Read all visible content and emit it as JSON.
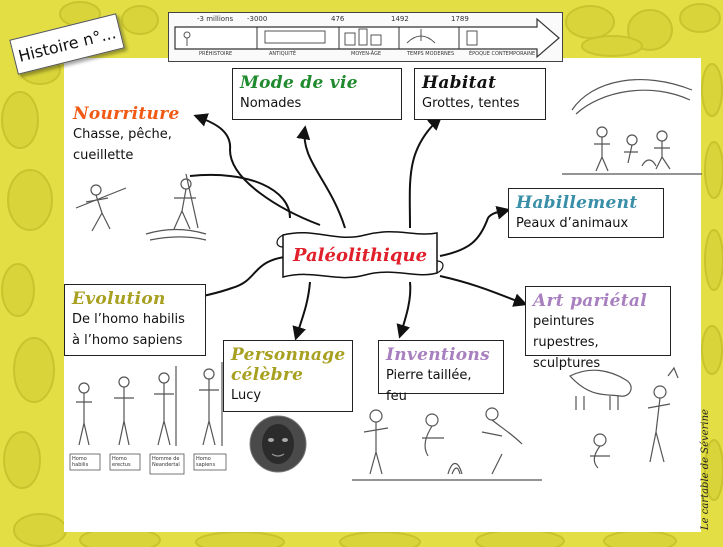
{
  "tag": {
    "text": "Histoire n°..."
  },
  "credit": {
    "text": "Le cartable de Séverine"
  },
  "timeline": {
    "markers": [
      "-3 millions",
      "-3000",
      "476",
      "1492",
      "1789"
    ],
    "periods": [
      "PRÉHISTOIRE",
      "ANTIQUITÉ",
      "MOYEN-ÂGE",
      "TEMPS MODERNES",
      "ÉPOQUE CONTEMPORAINE"
    ]
  },
  "center": {
    "label": "Paléolithique",
    "color": "#e0202b"
  },
  "nodes": {
    "mode_de_vie": {
      "title": "Mode de vie",
      "content": [
        "Nomades"
      ],
      "color": "#1f8a2e"
    },
    "habitat": {
      "title": "Habitat",
      "content": [
        "Grottes, tentes"
      ],
      "color": "#111111"
    },
    "nourriture": {
      "title": "Nourriture",
      "content": [
        "Chasse, pêche,",
        "cueillette"
      ],
      "color": "#f05a14"
    },
    "habillement": {
      "title": "Habillement",
      "content": [
        "Peaux d’animaux"
      ],
      "color": "#3a8fa8"
    },
    "evolution": {
      "title": "Evolution",
      "content": [
        "De l’homo habilis",
        "à l’homo sapiens"
      ],
      "color": "#a8a020"
    },
    "art_parietal": {
      "title": "Art pariétal",
      "content": [
        "peintures rupestres,",
        "sculptures"
      ],
      "color": "#a87fbf"
    },
    "personnage": {
      "title": [
        "Personnage",
        "célèbre"
      ],
      "content": [
        "Lucy"
      ],
      "color": "#a8a020"
    },
    "inventions": {
      "title": "Inventions",
      "content": [
        "Pierre taillée, feu"
      ],
      "color": "#a87fbf"
    }
  },
  "evolution_labels": [
    "Homo habilis",
    "Homo erectus",
    "Homme de Neandertal",
    "Homo sapiens"
  ]
}
